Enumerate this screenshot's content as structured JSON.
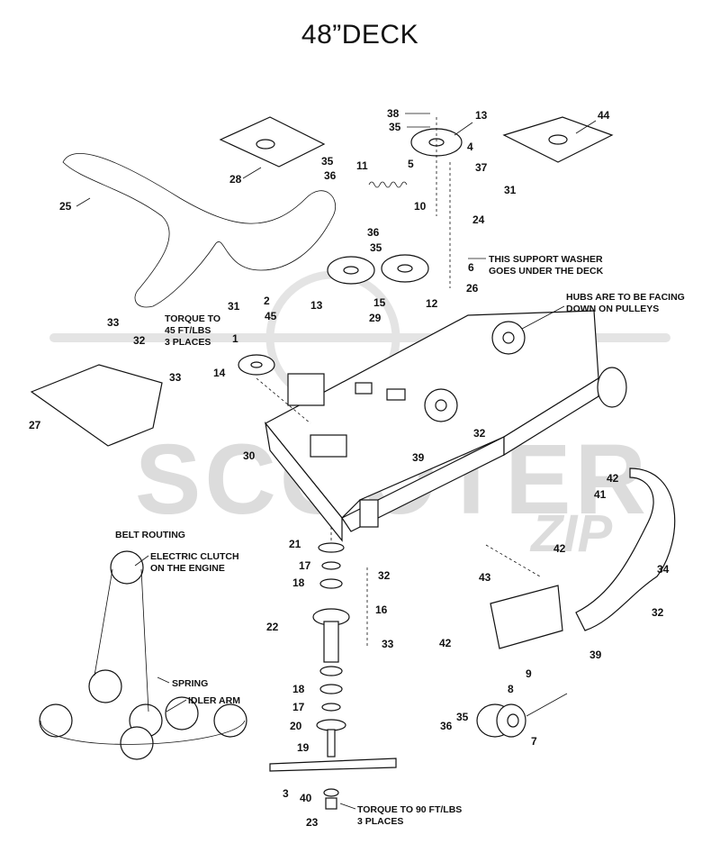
{
  "title": "48”DECK",
  "watermark": {
    "brand": "SCOOTER",
    "suffix": "ZIP"
  },
  "notes": {
    "torque_45_l1": "TORQUE TO",
    "torque_45_l2": "45 FT/LBS",
    "torque_45_l3": "3 PLACES",
    "support_washer_l1": "THIS SUPPORT WASHER",
    "support_washer_l2": "GOES UNDER THE DECK",
    "hubs_l1": "HUBS ARE TO BE FACING",
    "hubs_l2": "DOWN ON PULLEYS",
    "belt_routing": "BELT ROUTING",
    "electric_clutch_l1": "ELECTRIC CLUTCH",
    "electric_clutch_l2": "ON THE ENGINE",
    "spring": "SPRING",
    "idler_arm": "IDLER ARM",
    "torque_90_l1": "TORQUE TO 90 FT/LBS",
    "torque_90_l2": "3 PLACES"
  },
  "callouts": [
    {
      "id": "c38",
      "label": "38"
    },
    {
      "id": "c35a",
      "label": "35"
    },
    {
      "id": "c13a",
      "label": "13"
    },
    {
      "id": "c44",
      "label": "44"
    },
    {
      "id": "c4",
      "label": "4"
    },
    {
      "id": "c5",
      "label": "5"
    },
    {
      "id": "c37",
      "label": "37"
    },
    {
      "id": "c11",
      "label": "11"
    },
    {
      "id": "c28",
      "label": "28"
    },
    {
      "id": "c35b",
      "label": "35"
    },
    {
      "id": "c36a",
      "label": "36"
    },
    {
      "id": "c25",
      "label": "25"
    },
    {
      "id": "c31a",
      "label": "31"
    },
    {
      "id": "c10",
      "label": "10"
    },
    {
      "id": "c24",
      "label": "24"
    },
    {
      "id": "c36b",
      "label": "36"
    },
    {
      "id": "c35c",
      "label": "35"
    },
    {
      "id": "c6",
      "label": "6"
    },
    {
      "id": "c26",
      "label": "26"
    },
    {
      "id": "c13b",
      "label": "13"
    },
    {
      "id": "c15",
      "label": "15"
    },
    {
      "id": "c12",
      "label": "12"
    },
    {
      "id": "c31b",
      "label": "31"
    },
    {
      "id": "c2",
      "label": "2"
    },
    {
      "id": "c45",
      "label": "45"
    },
    {
      "id": "c29",
      "label": "29"
    },
    {
      "id": "c1",
      "label": "1"
    },
    {
      "id": "c33a",
      "label": "33"
    },
    {
      "id": "c32a",
      "label": "32"
    },
    {
      "id": "c14",
      "label": "14"
    },
    {
      "id": "c33b",
      "label": "33"
    },
    {
      "id": "c27",
      "label": "27"
    },
    {
      "id": "c32b",
      "label": "32"
    },
    {
      "id": "c39a",
      "label": "39"
    },
    {
      "id": "c30",
      "label": "30"
    },
    {
      "id": "c42a",
      "label": "42"
    },
    {
      "id": "c41",
      "label": "41"
    },
    {
      "id": "c21",
      "label": "21"
    },
    {
      "id": "c17a",
      "label": "17"
    },
    {
      "id": "c32c",
      "label": "32"
    },
    {
      "id": "c18a",
      "label": "18"
    },
    {
      "id": "c42b",
      "label": "42"
    },
    {
      "id": "c43",
      "label": "43"
    },
    {
      "id": "c34",
      "label": "34"
    },
    {
      "id": "c16",
      "label": "16"
    },
    {
      "id": "c22",
      "label": "22"
    },
    {
      "id": "c32d",
      "label": "32"
    },
    {
      "id": "c33c",
      "label": "33"
    },
    {
      "id": "c42c",
      "label": "42"
    },
    {
      "id": "c39b",
      "label": "39"
    },
    {
      "id": "c9",
      "label": "9"
    },
    {
      "id": "c8",
      "label": "8"
    },
    {
      "id": "c18b",
      "label": "18"
    },
    {
      "id": "c35d",
      "label": "35"
    },
    {
      "id": "c17b",
      "label": "17"
    },
    {
      "id": "c36c",
      "label": "36"
    },
    {
      "id": "c20",
      "label": "20"
    },
    {
      "id": "c7",
      "label": "7"
    },
    {
      "id": "c19",
      "label": "19"
    },
    {
      "id": "c3",
      "label": "3"
    },
    {
      "id": "c40",
      "label": "40"
    },
    {
      "id": "c23",
      "label": "23"
    }
  ]
}
